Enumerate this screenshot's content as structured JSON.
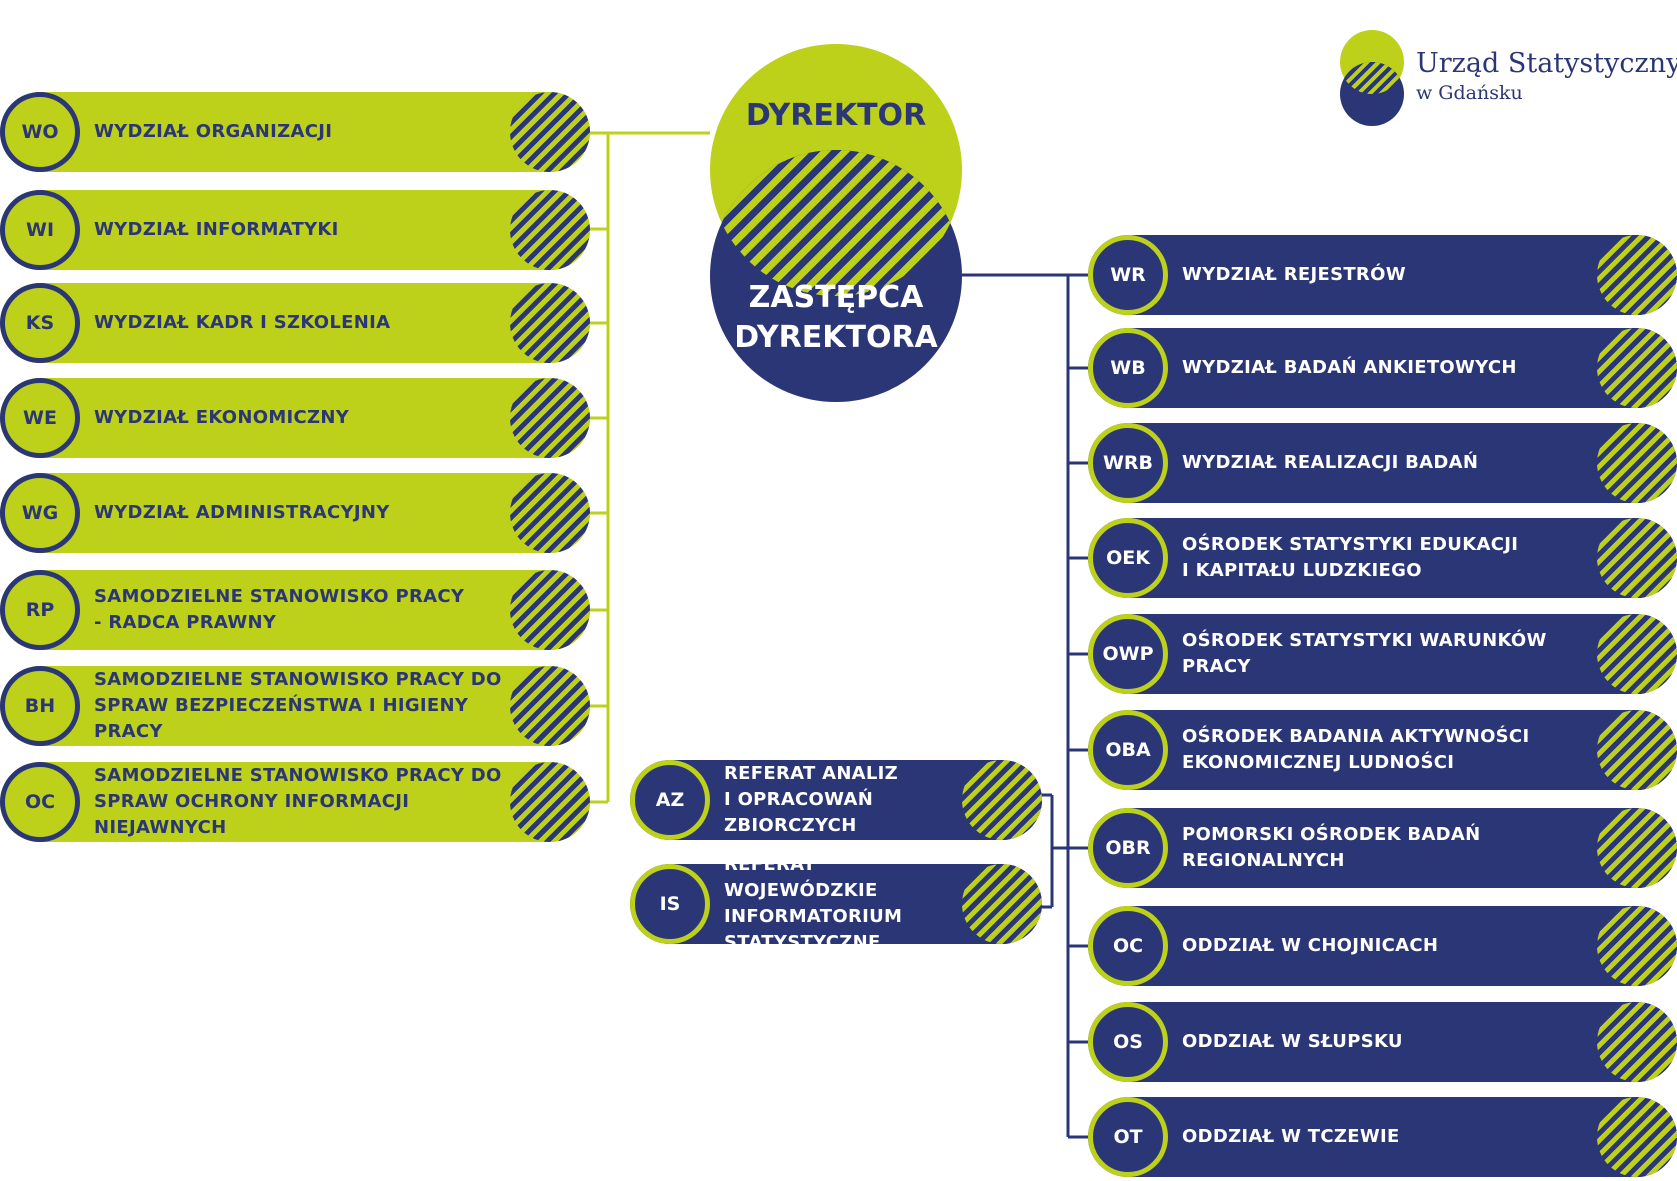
{
  "logo": {
    "name": "Urząd Statystyczny",
    "sub": "w Gdańsku"
  },
  "director": "DYREKTOR",
  "deputy": "ZASTĘPCA\nDYREKTORA",
  "left_units": [
    {
      "code": "WO",
      "name": "WYDZIAŁ  ORGANIZACJI"
    },
    {
      "code": "WI",
      "name": "WYDZIAŁ  INFORMATYKI"
    },
    {
      "code": "KS",
      "name": "WYDZIAŁ  KADR  I  SZKOLENIA"
    },
    {
      "code": "WE",
      "name": "WYDZIAŁ  EKONOMICZNY"
    },
    {
      "code": "WG",
      "name": "WYDZIAŁ  ADMINISTRACYJNY"
    },
    {
      "code": "RP",
      "name": "SAMODZIELNE  STANOWISKO  PRACY\n -  RADCA PRAWNY"
    },
    {
      "code": "BH",
      "name": "SAMODZIELNE  STANOWISKO  PRACY  DO\nSPRAW  BEZPIECZEŃSTWA  I  HIGIENY  PRACY"
    },
    {
      "code": "OC",
      "name": "SAMODZIELNE  STANOWISKO  PRACY  DO\nSPRAW  OCHRONY  INFORMACJI  NIEJAWNYCH"
    }
  ],
  "right_units": [
    {
      "code": "WR",
      "name": "WYDZIAŁ  REJESTRÓW"
    },
    {
      "code": "WB",
      "name": "WYDZIAŁ  BADAŃ  ANKIETOWYCH"
    },
    {
      "code": "WRB",
      "name": "WYDZIAŁ  REALIZACJI  BADAŃ"
    },
    {
      "code": "OEK",
      "name": "OŚRODEK  STATYSTYKI  EDUKACJI\nI  KAPITAŁU  LUDZKIEGO"
    },
    {
      "code": "OWP",
      "name": "OŚRODEK  STATYSTYKI  WARUNKÓW  PRACY"
    },
    {
      "code": "OBA",
      "name": "OŚRODEK  BADANIA  AKTYWNOŚCI\nEKONOMICZNEJ  LUDNOŚCI"
    },
    {
      "code": "OBR",
      "name": "POMORSKI  OŚRODEK  BADAŃ\nREGIONALNYCH"
    },
    {
      "code": "OC",
      "name": "ODDZIAŁ  W  CHOJNICACH"
    },
    {
      "code": "OS",
      "name": "ODDZIAŁ  W  SŁUPSKU"
    },
    {
      "code": "OT",
      "name": "ODDZIAŁ  W  TCZEWIE"
    }
  ],
  "mid_units": [
    {
      "code": "AZ",
      "name": "REFERAT  ANALIZ\nI  OPRACOWAŃ\nZBIORCZYCH"
    },
    {
      "code": "IS",
      "name": "REFERAT  WOJEWÓDZKIE\nINFORMATORIUM\nSTATYSTYCZNE"
    }
  ],
  "colors": {
    "green": "#bdd01a",
    "navy": "#2b3676"
  }
}
